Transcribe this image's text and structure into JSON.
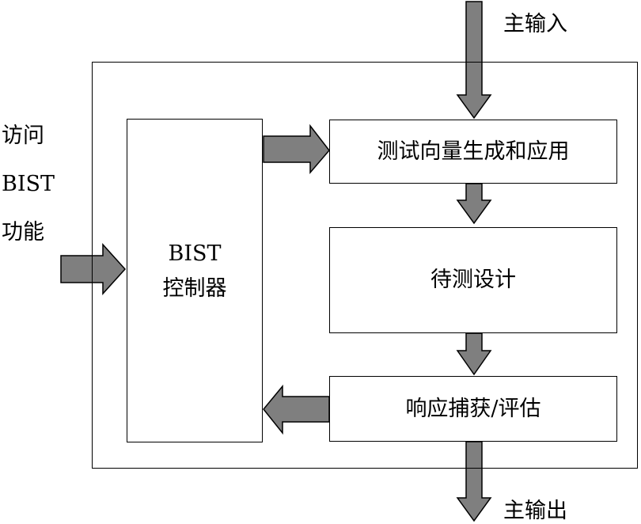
{
  "colors": {
    "arrow_fill": "#7f7f7f",
    "line": "#000000",
    "background": "#ffffff"
  },
  "labels": {
    "main_input": "主输入",
    "main_output": "主输出",
    "access_line1": "访问",
    "access_line2": "BIST",
    "access_line3": "功能"
  },
  "blocks": {
    "controller_line1": "BIST",
    "controller_line2": "控制器",
    "generator": "测试向量生成和应用",
    "dut": "待测设计",
    "response": "响应捕获/评估"
  }
}
